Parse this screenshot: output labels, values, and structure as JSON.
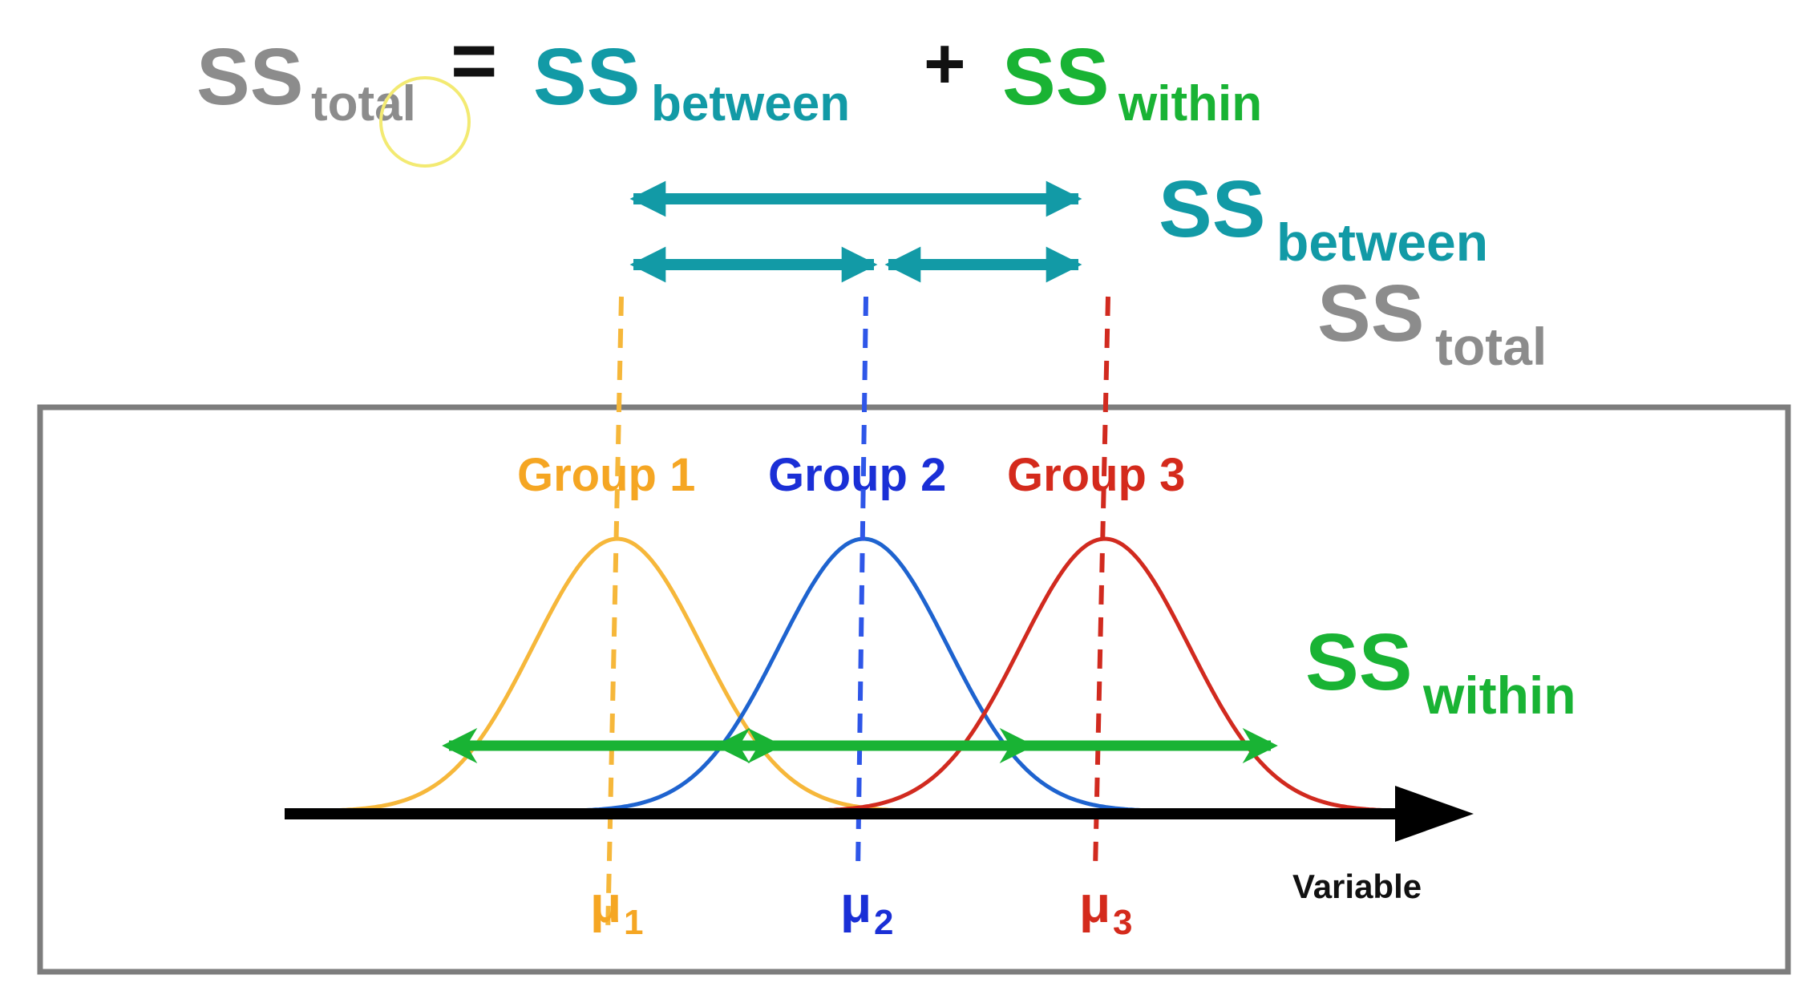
{
  "equation": {
    "ss": "SS",
    "total_sub": "total",
    "equals": "=",
    "between_sub": "between",
    "plus": "+",
    "within_sub": "within"
  },
  "labels": {
    "between_ss": "SS",
    "between_sub": "between",
    "total_ss": "SS",
    "total_sub": "total",
    "within_ss": "SS",
    "within_sub": "within",
    "axis": "Variable"
  },
  "groups": [
    {
      "name": "Group 1",
      "mu": "μ",
      "mu_sub": "1",
      "color": "#f5a623",
      "line_color": "#f6b73a"
    },
    {
      "name": "Group 2",
      "mu": "μ",
      "mu_sub": "2",
      "color": "#1a2fd6",
      "line_color": "#1e63cf"
    },
    {
      "name": "Group 3",
      "mu": "μ",
      "mu_sub": "3",
      "color": "#d42a1c",
      "line_color": "#d12a1f"
    }
  ],
  "colors": {
    "total": "#8c8c8c",
    "between": "#129aa6",
    "within": "#19b334",
    "plus": "#111111",
    "axis": "#000000",
    "frame": "#7d7d7d",
    "cursor": "#f3ea72"
  }
}
